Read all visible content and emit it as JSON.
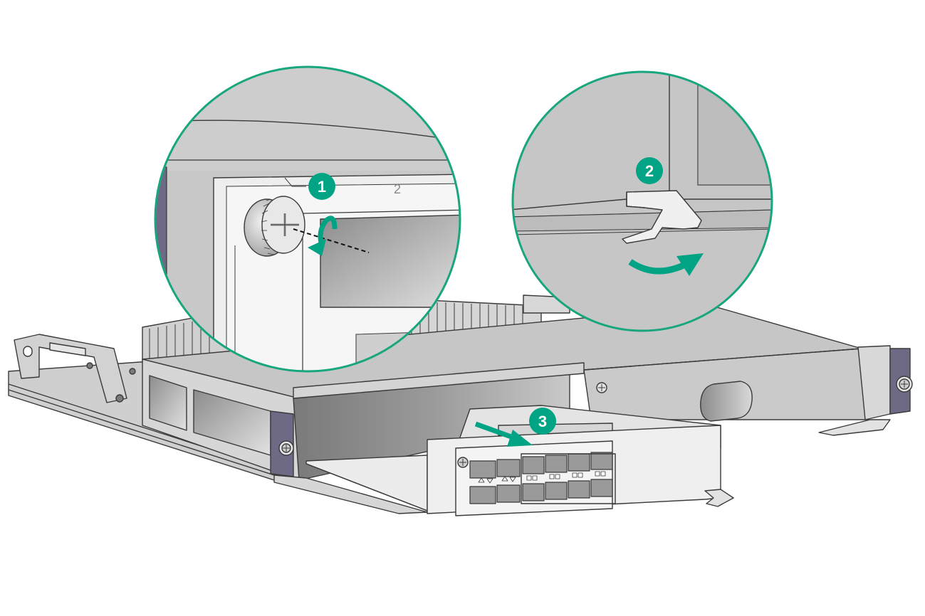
{
  "steps": [
    {
      "number": "1"
    },
    {
      "number": "2"
    },
    {
      "number": "3"
    }
  ],
  "colors": {
    "accent": "#00A383",
    "callout_border": "#18A67E",
    "chassis_light": "#D8D8D8",
    "chassis_mid": "#C4C4C4",
    "chassis_dark": "#8E8E8E",
    "ejector_purple": "#6E6A85",
    "outline": "#3A3A3A"
  },
  "icons": {
    "rotate_arrow": "counterclockwise-arrow-icon",
    "pull_arrow": "straight-arrow-icon",
    "lever_arrow": "curved-arrow-icon"
  }
}
